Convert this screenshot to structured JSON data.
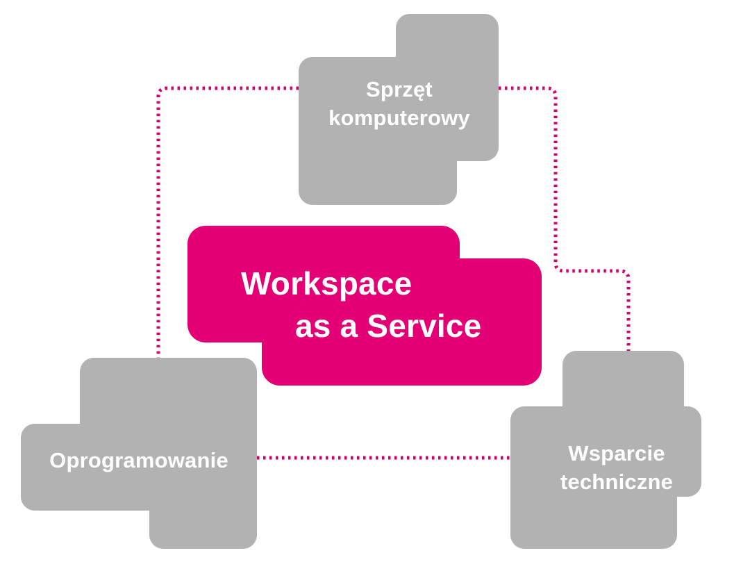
{
  "colors": {
    "magenta": "#e20074",
    "connector": "#d0006e",
    "gray": "#b2b2b2",
    "background": "#ffffff",
    "label": "#ffffff"
  },
  "diagram": {
    "center": {
      "line1": "Workspace",
      "line2": "as a Service"
    },
    "nodes": {
      "hardware": {
        "label": "Sprzęt komputerowy"
      },
      "software": {
        "label": "Oprogramowanie"
      },
      "support": {
        "label": "Wsparcie techniczne"
      }
    }
  }
}
